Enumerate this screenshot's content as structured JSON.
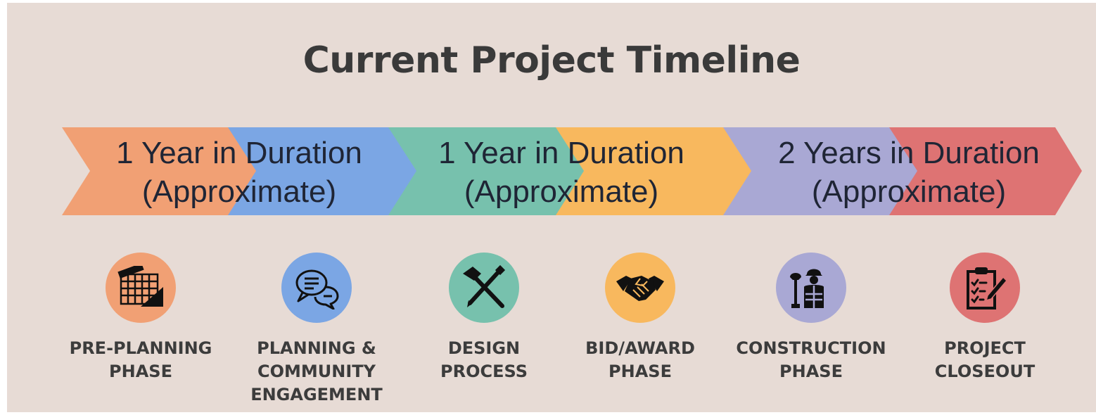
{
  "title": "Current Project Timeline",
  "durations": [
    {
      "line1": "1 Year in Duration",
      "line2": "(Approximate)"
    },
    {
      "line1": "1 Year in Duration",
      "line2": "(Approximate)"
    },
    {
      "line1": "2 Years in Duration",
      "line2": "(Approximate)"
    }
  ],
  "phases": [
    {
      "label": "PRE-PLANNING\nPHASE",
      "icon": "blueprint-icon",
      "color": "#f1a074"
    },
    {
      "label": "PLANNING &\nCOMMUNITY\nENGAGEMENT",
      "icon": "chat-bubbles-icon",
      "color": "#7ba6e4"
    },
    {
      "label": "DESIGN\nPROCESS",
      "icon": "hammer-pencil-icon",
      "color": "#77c1ad"
    },
    {
      "label": "BID/AWARD\nPHASE",
      "icon": "handshake-icon",
      "color": "#f8b85e"
    },
    {
      "label": "CONSTRUCTION\nPHASE",
      "icon": "construction-worker-icon",
      "color": "#a9a8d4"
    },
    {
      "label": "PROJECT\nCLOSEOUT",
      "icon": "clipboard-checklist-icon",
      "color": "#de7373"
    }
  ],
  "colors": {
    "background": "#e7dbd5",
    "text": "#3a3a3a"
  }
}
